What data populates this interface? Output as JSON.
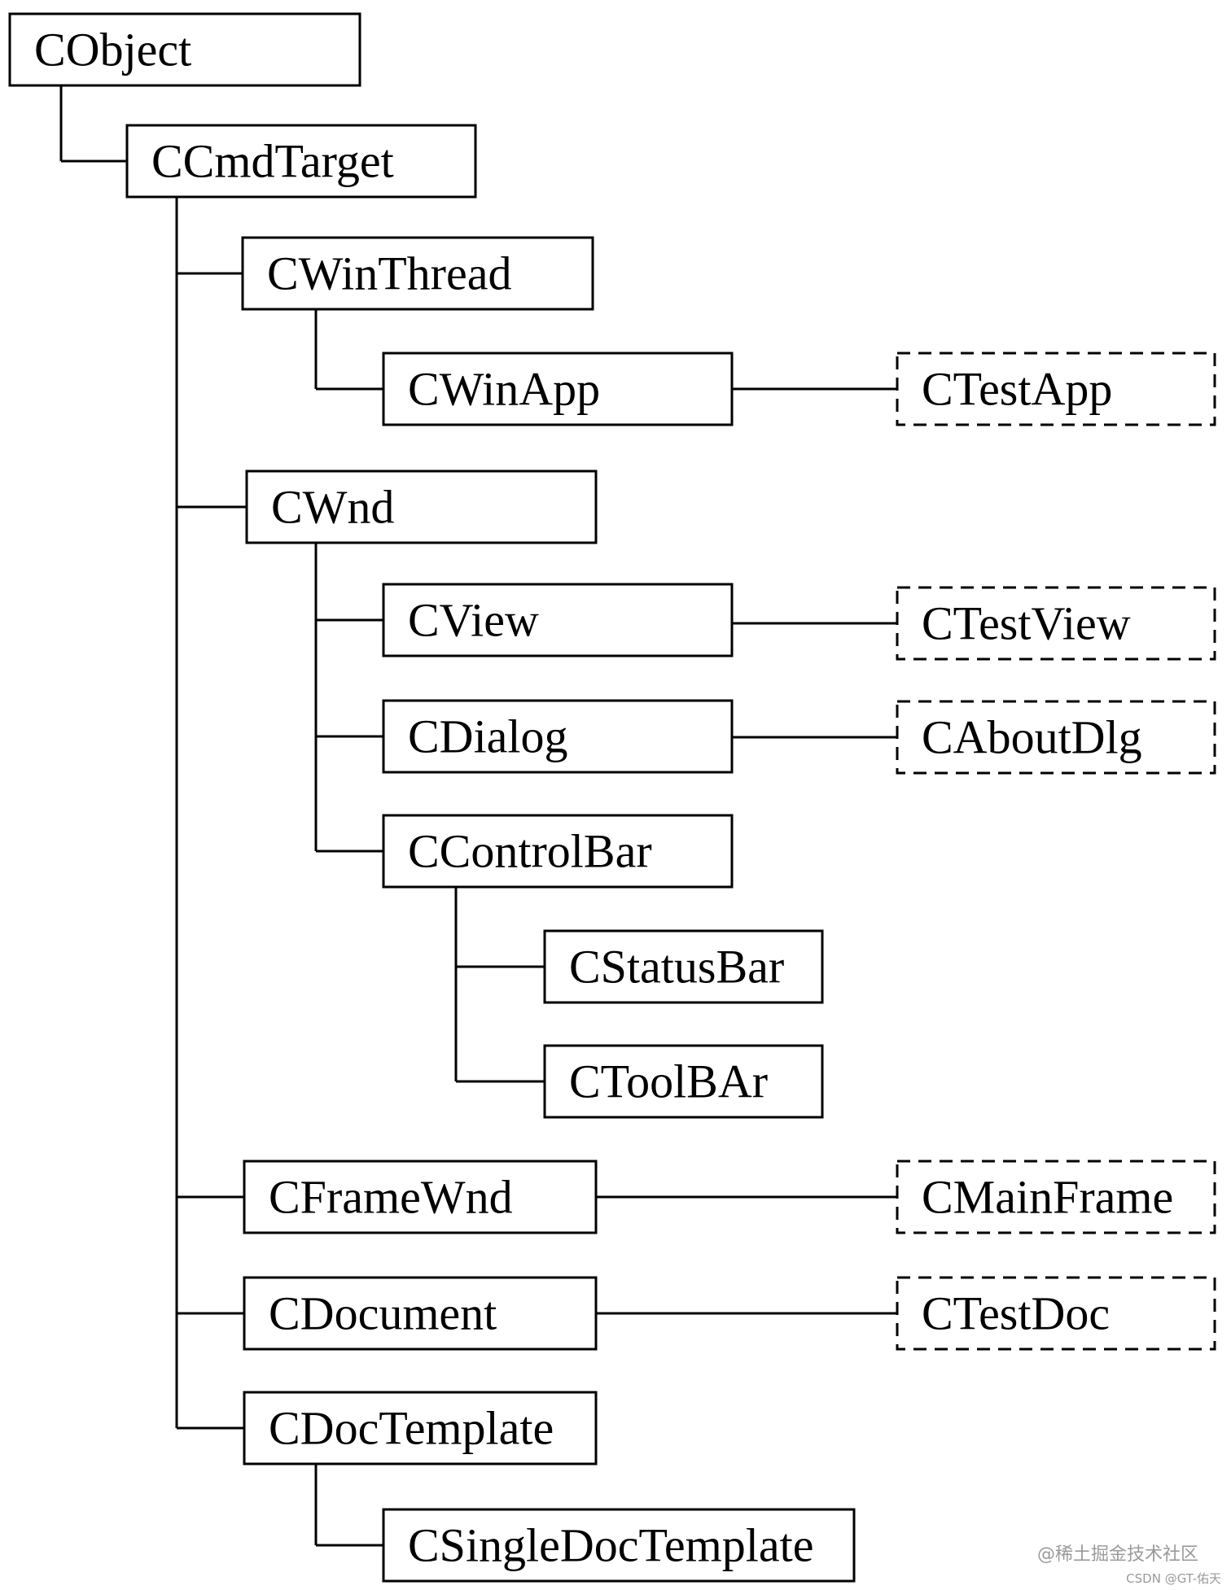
{
  "diagram": {
    "classes": [
      {
        "id": "cobject",
        "label": "CObject"
      },
      {
        "id": "ccmdtarget",
        "label": "CCmdTarget"
      },
      {
        "id": "cwinthread",
        "label": "CWinThread"
      },
      {
        "id": "cwinapp",
        "label": "CWinApp"
      },
      {
        "id": "ctestapp",
        "label": "CTestApp",
        "derived": true
      },
      {
        "id": "cwnd",
        "label": "CWnd"
      },
      {
        "id": "cview",
        "label": "CView"
      },
      {
        "id": "ctestview",
        "label": "CTestView",
        "derived": true
      },
      {
        "id": "cdialog",
        "label": "CDialog"
      },
      {
        "id": "caboutdlg",
        "label": "CAboutDlg",
        "derived": true
      },
      {
        "id": "ccontrolbar",
        "label": "CControlBar"
      },
      {
        "id": "cstatusbar",
        "label": "CStatusBar"
      },
      {
        "id": "ctoolbar",
        "label": "CToolBAr"
      },
      {
        "id": "cframewnd",
        "label": "CFrameWnd"
      },
      {
        "id": "cmainframe",
        "label": "CMainFrame",
        "derived": true
      },
      {
        "id": "cdocument",
        "label": "CDocument"
      },
      {
        "id": "ctestdoc",
        "label": "CTestDoc",
        "derived": true
      },
      {
        "id": "cdoctemplate",
        "label": "CDocTemplate"
      },
      {
        "id": "csingledoctemplate",
        "label": "CSingleDocTemplate"
      }
    ],
    "edges": [
      {
        "from": "cobject",
        "to": "ccmdtarget"
      },
      {
        "from": "ccmdtarget",
        "to": "cwinthread"
      },
      {
        "from": "ccmdtarget",
        "to": "cwnd"
      },
      {
        "from": "ccmdtarget",
        "to": "cframewnd"
      },
      {
        "from": "ccmdtarget",
        "to": "cdocument"
      },
      {
        "from": "ccmdtarget",
        "to": "cdoctemplate"
      },
      {
        "from": "cwinthread",
        "to": "cwinapp"
      },
      {
        "from": "cwinapp",
        "to": "ctestapp"
      },
      {
        "from": "cwnd",
        "to": "cview"
      },
      {
        "from": "cwnd",
        "to": "cdialog"
      },
      {
        "from": "cwnd",
        "to": "ccontrolbar"
      },
      {
        "from": "cview",
        "to": "ctestview"
      },
      {
        "from": "cdialog",
        "to": "caboutdlg"
      },
      {
        "from": "ccontrolbar",
        "to": "cstatusbar"
      },
      {
        "from": "ccontrolbar",
        "to": "ctoolbar"
      },
      {
        "from": "cframewnd",
        "to": "cmainframe"
      },
      {
        "from": "cdocument",
        "to": "ctestdoc"
      },
      {
        "from": "cdoctemplate",
        "to": "csingledoctemplate"
      }
    ]
  },
  "watermarks": {
    "primary": "@稀土掘金技术社区",
    "secondary": "CSDN @GT-佑天"
  }
}
